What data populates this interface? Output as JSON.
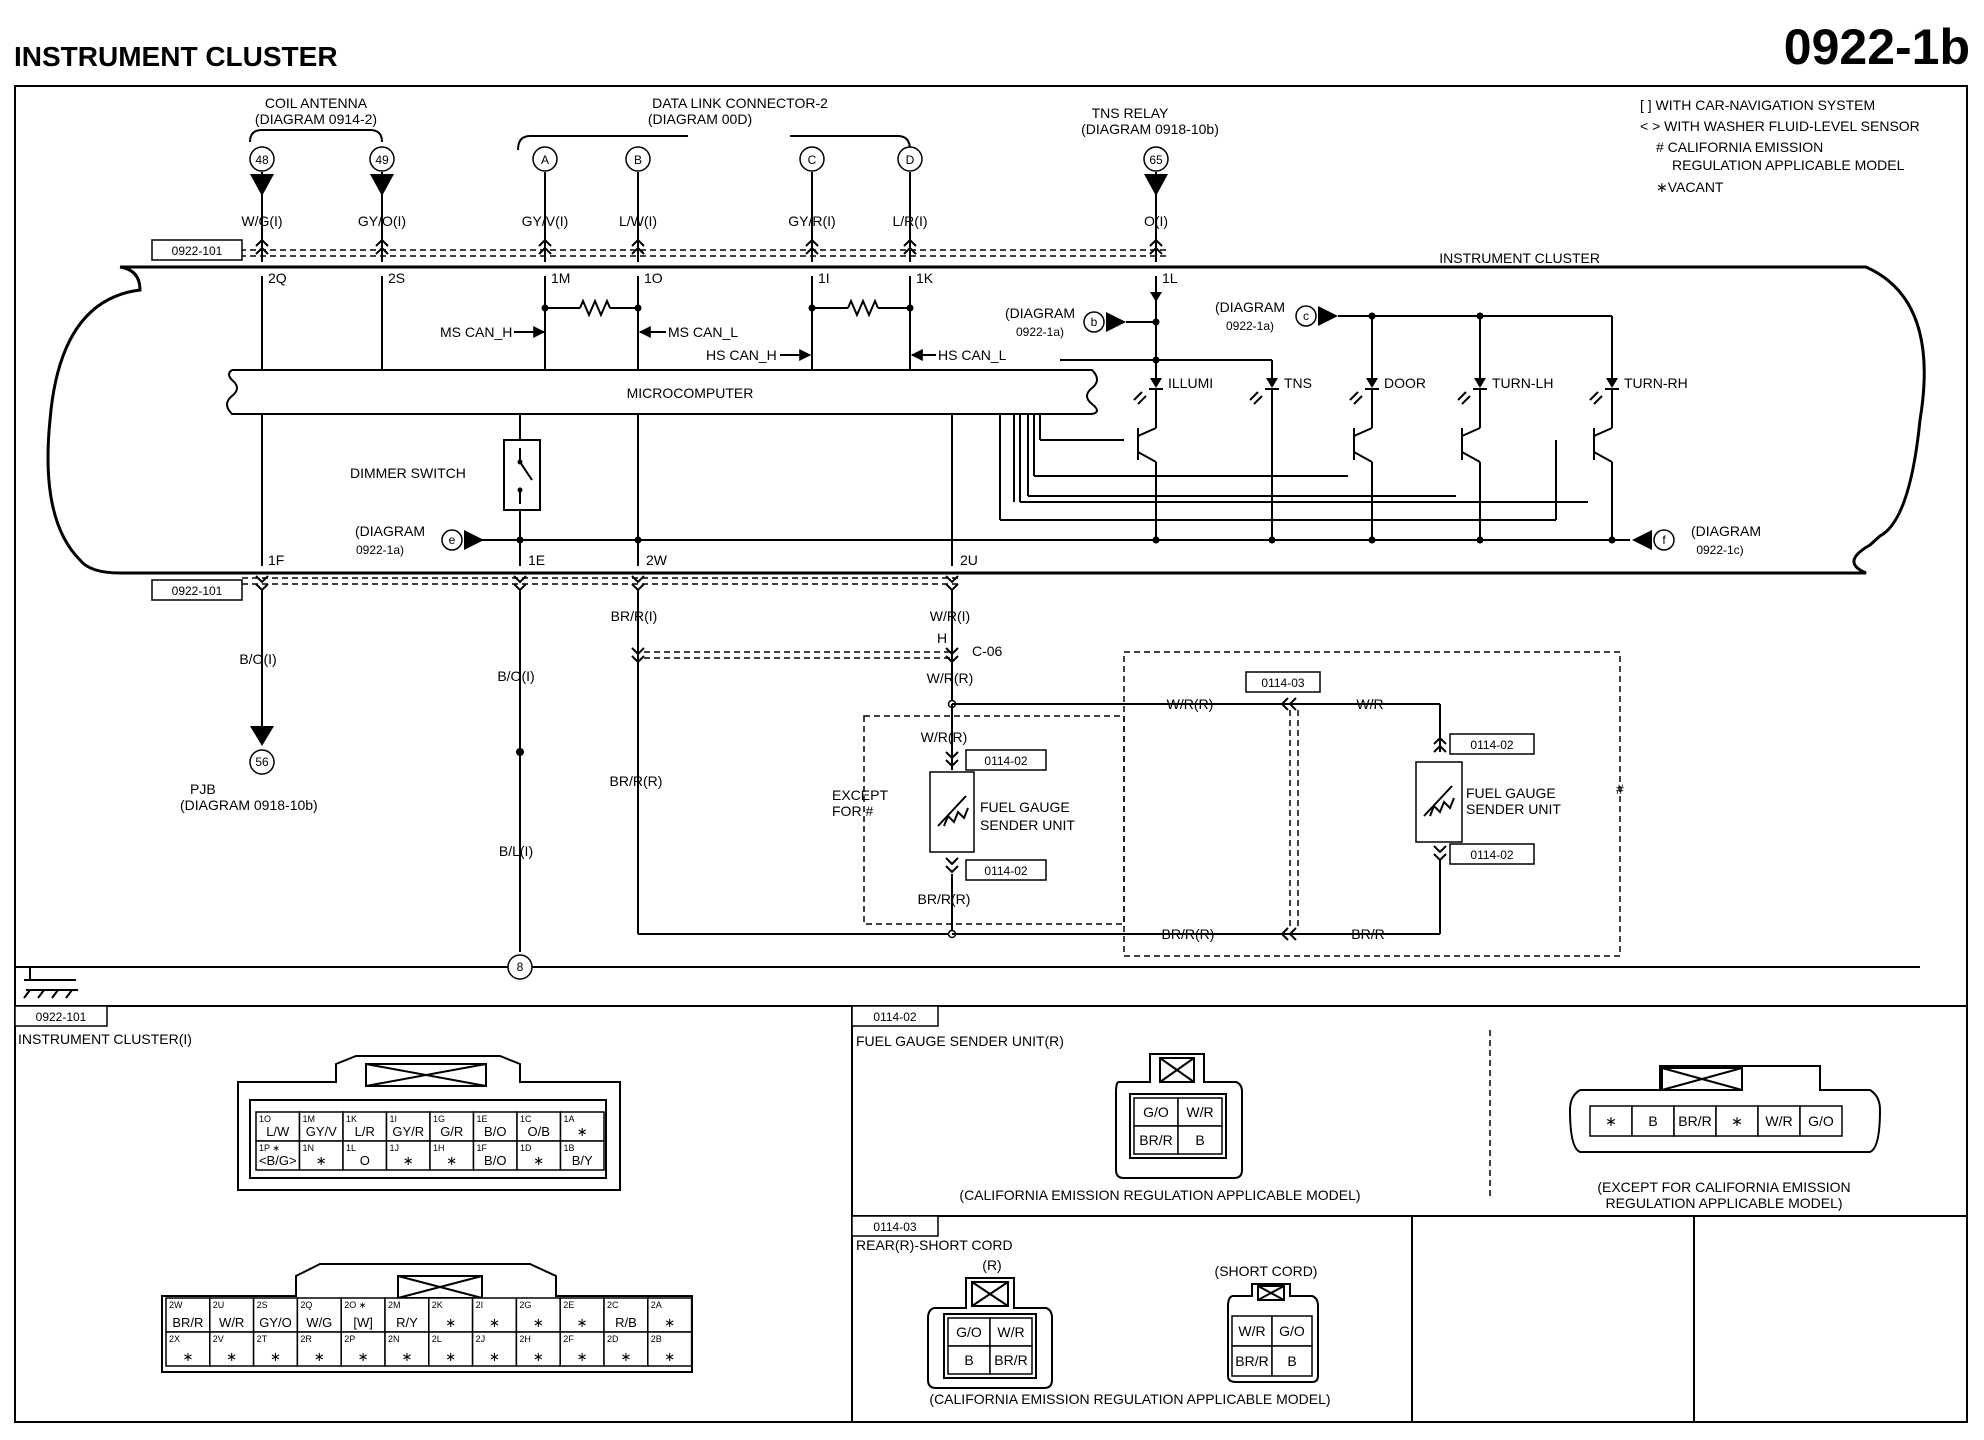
{
  "header": {
    "title": "INSTRUMENT CLUSTER",
    "diagram_no": "0922-1b"
  },
  "legend": [
    "[ ] WITH CAR-NAVIGATION SYSTEM",
    "< > WITH WASHER FLUID-LEVEL SENSOR",
    "# CALIFORNIA EMISSION",
    "REGULATION APPLICABLE MODEL",
    "∗VACANT"
  ],
  "top_groups": {
    "coil_antenna": {
      "label": "COIL ANTENNA",
      "ref": "(DIAGRAM 0914-2)"
    },
    "dlc": {
      "label": "DATA LINK CONNECTOR-2",
      "ref": "(DIAGRAM 00D)"
    },
    "tns": {
      "label": "TNS RELAY",
      "ref": "(DIAGRAM 0918-10b)"
    }
  },
  "terminals": [
    {
      "id": "48",
      "wire": "W/G(I)",
      "pin": "2Q"
    },
    {
      "id": "49",
      "wire": "GY/O(I)",
      "pin": "2S"
    },
    {
      "id": "A",
      "wire": "GY/V(I)",
      "pin": "1M"
    },
    {
      "id": "B",
      "wire": "L/W(I)",
      "pin": "1O"
    },
    {
      "id": "C",
      "wire": "GY/R(I)",
      "pin": "1I"
    },
    {
      "id": "D",
      "wire": "L/R(I)",
      "pin": "1K"
    },
    {
      "id": "65",
      "wire": "O(I)",
      "pin": "1L"
    }
  ],
  "cluster": {
    "connector_top": "0922-101",
    "connector_bottom": "0922-101",
    "label": "INSTRUMENT CLUSTER",
    "microcomputer": "MICROCOMPUTER",
    "dimmer": "DIMMER SWITCH",
    "ms_can_h": "MS CAN_H",
    "ms_can_l": "MS CAN_L",
    "hs_can_h": "HS CAN_H",
    "hs_can_l": "HS CAN_L",
    "ref_b_1": "(DIAGRAM",
    "ref_b_2": "0922-1a)",
    "ref_c_1": "(DIAGRAM",
    "ref_c_2": "0922-1a)",
    "ref_e_1": "(DIAGRAM",
    "ref_e_2": "0922-1a)",
    "ref_f_1": "(DIAGRAM",
    "ref_f_2": "0922-1c)",
    "lamps": [
      "ILLUMI",
      "TNS",
      "DOOR",
      "TURN-LH",
      "TURN-RH"
    ],
    "bottom_pins": [
      "1F",
      "1E",
      "2W",
      "2U"
    ],
    "node_b": "b",
    "node_c": "c",
    "node_e": "e",
    "node_f": "f"
  },
  "lower_wires": {
    "b_o_1": "B/O(I)",
    "b_o_2": "B/O(I)",
    "b_l": "B/L(I)",
    "br_r_i": "BR/R(I)",
    "br_r_r": "BR/R(R)",
    "w_r_i": "W/R(I)",
    "h": "H",
    "c06": "C-06",
    "w_r_r_1": "W/R(R)",
    "w_r_r_2": "W/R(R)",
    "w_r_r_3": "W/R(R)",
    "w_r": "W/R",
    "br_r_r_2": "BR/R(R)",
    "br_r_r_3": "BR/R(R)",
    "br_r": "BR/R",
    "conn_0114_03": "0114-03",
    "conn_0114_02_a": "0114-02",
    "conn_0114_02_b": "0114-02",
    "conn_0114_02_c": "0114-02",
    "conn_0114_02_d": "0114-02",
    "except_1": "EXCEPT",
    "except_2": "FOR #",
    "hash": "#",
    "fuel_1": "FUEL GAUGE",
    "fuel_2": "SENDER UNIT",
    "fuel_3": "FUEL GAUGE",
    "fuel_4": "SENDER UNIT",
    "pjb_1": "PJB",
    "pjb_2": "(DIAGRAM 0918-10b)",
    "node_56": "56",
    "node_8": "8"
  },
  "panels": {
    "p1_code": "0922-101",
    "p1_title": "INSTRUMENT CLUSTER(I)",
    "p2_code": "0114-02",
    "p2_title": "FUEL GAUGE SENDER UNIT(R)",
    "p2_cap_left": "(CALIFORNIA EMISSION REGULATION APPLICABLE MODEL)",
    "p2_cap_right_1": "(EXCEPT FOR CALIFORNIA EMISSION",
    "p2_cap_right_2": "REGULATION APPLICABLE MODEL)",
    "p3_code": "0114-03",
    "p3_title": "REAR(R)-SHORT CORD",
    "p3_r": "(R)",
    "p3_short": "(SHORT CORD)",
    "p3_cap": "(CALIFORNIA EMISSION REGULATION APPLICABLE MODEL)"
  },
  "conn_a_rows": [
    [
      [
        "1O",
        "L/W"
      ],
      [
        "1M",
        "GY/V"
      ],
      [
        "1K",
        "L/R"
      ],
      [
        "1I",
        "GY/R"
      ],
      [
        "1G",
        "G/R"
      ],
      [
        "1E",
        "B/O"
      ],
      [
        "1C",
        "O/B"
      ],
      [
        "1A",
        "∗"
      ]
    ],
    [
      [
        "1P ∗",
        "<B/G>"
      ],
      [
        "1N",
        "∗"
      ],
      [
        "1L",
        "O"
      ],
      [
        "1J",
        "∗"
      ],
      [
        "1H",
        "∗"
      ],
      [
        "1F",
        "B/O"
      ],
      [
        "1D",
        "∗"
      ],
      [
        "1B",
        "B/Y"
      ]
    ]
  ],
  "conn_b_rows": [
    [
      [
        "2W",
        "BR/R"
      ],
      [
        "2U",
        "W/R"
      ],
      [
        "2S",
        "GY/O"
      ],
      [
        "2Q",
        "W/G"
      ],
      [
        "2O ∗",
        "[W]"
      ],
      [
        "2M",
        "R/Y"
      ],
      [
        "2K",
        "∗"
      ],
      [
        "2I",
        "∗"
      ],
      [
        "2G",
        "∗"
      ],
      [
        "2E",
        "∗"
      ],
      [
        "2C",
        "R/B"
      ],
      [
        "2A",
        "∗"
      ]
    ],
    [
      [
        "2X",
        "∗"
      ],
      [
        "2V",
        "∗"
      ],
      [
        "2T",
        "∗"
      ],
      [
        "2R",
        "∗"
      ],
      [
        "2P",
        "∗"
      ],
      [
        "2N",
        "∗"
      ],
      [
        "2L",
        "∗"
      ],
      [
        "2J",
        "∗"
      ],
      [
        "2H",
        "∗"
      ],
      [
        "2F",
        "∗"
      ],
      [
        "2D",
        "∗"
      ],
      [
        "2B",
        "∗"
      ]
    ]
  ],
  "sender_cal": [
    [
      "G/O",
      "W/R"
    ],
    [
      "BR/R",
      "B"
    ]
  ],
  "sender_other": [
    "∗",
    "B",
    "BR/R",
    "∗",
    "W/R",
    "G/O"
  ],
  "cord_r": [
    [
      "G/O",
      "W/R"
    ],
    [
      "B",
      "BR/R"
    ]
  ],
  "cord_short": [
    [
      "W/R",
      "G/O"
    ],
    [
      "BR/R",
      "B"
    ]
  ]
}
